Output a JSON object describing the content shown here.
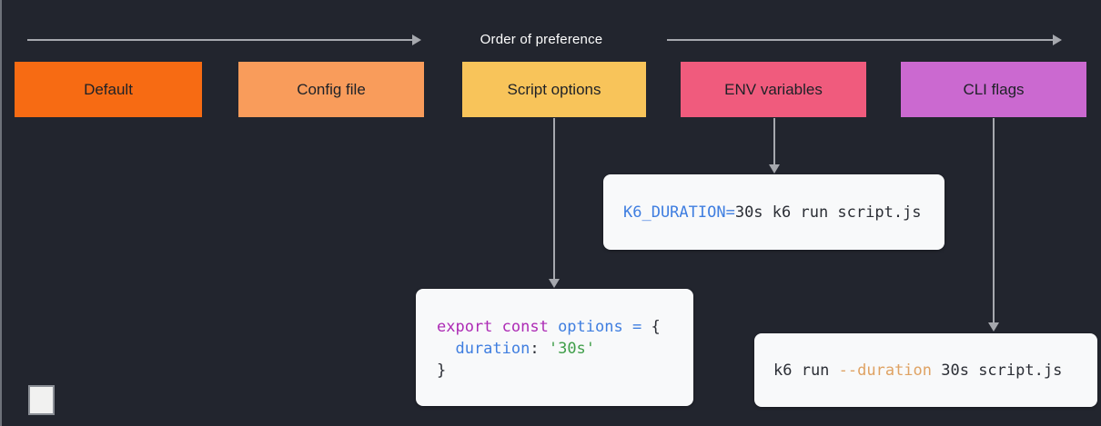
{
  "canvas": {
    "order_label": "Order of preference"
  },
  "colors": {
    "background": "#22252e",
    "edge_line": "#6e727a",
    "arrow": "#a6a8ae",
    "box_text": "#1e2127",
    "code_bg": "#f8f9fa",
    "code_default": "#2b2e35",
    "code_blue": "#3f7ee0",
    "code_magenta": "#ad2bb5",
    "code_green": "#3f9e49",
    "code_orange": "#dfa263"
  },
  "boxes": [
    {
      "label": "Default",
      "color": "#f76b13"
    },
    {
      "label": "Config file",
      "color": "#f99c5b"
    },
    {
      "label": "Script options",
      "color": "#f8c45a"
    },
    {
      "label": "ENV variables",
      "color": "#f05b7d"
    },
    {
      "label": "CLI flags",
      "color": "#cb69d0"
    }
  ],
  "code_blocks": {
    "script_options": {
      "lines": [
        {
          "tokens": [
            {
              "text": "export const ",
              "color": "code_magenta"
            },
            {
              "text": "options",
              "color": "code_blue"
            },
            {
              "text": " = ",
              "color": "code_blue"
            },
            {
              "text": "{",
              "color": "code_default"
            }
          ]
        },
        {
          "tokens": [
            {
              "text": "  duration",
              "color": "code_blue"
            },
            {
              "text": ": ",
              "color": "code_default"
            },
            {
              "text": "'30s'",
              "color": "code_green"
            }
          ]
        },
        {
          "tokens": [
            {
              "text": "}",
              "color": "code_default"
            }
          ]
        }
      ]
    },
    "env_variables": {
      "lines": [
        {
          "tokens": [
            {
              "text": "K6_DURATION=",
              "color": "code_blue"
            },
            {
              "text": "30s k6 run script.js",
              "color": "code_default"
            }
          ]
        }
      ]
    },
    "cli_flags": {
      "lines": [
        {
          "tokens": [
            {
              "text": "k6 run ",
              "color": "code_default"
            },
            {
              "text": "--duration",
              "color": "code_orange"
            },
            {
              "text": " 30s script.js",
              "color": "code_default"
            }
          ]
        }
      ]
    }
  }
}
